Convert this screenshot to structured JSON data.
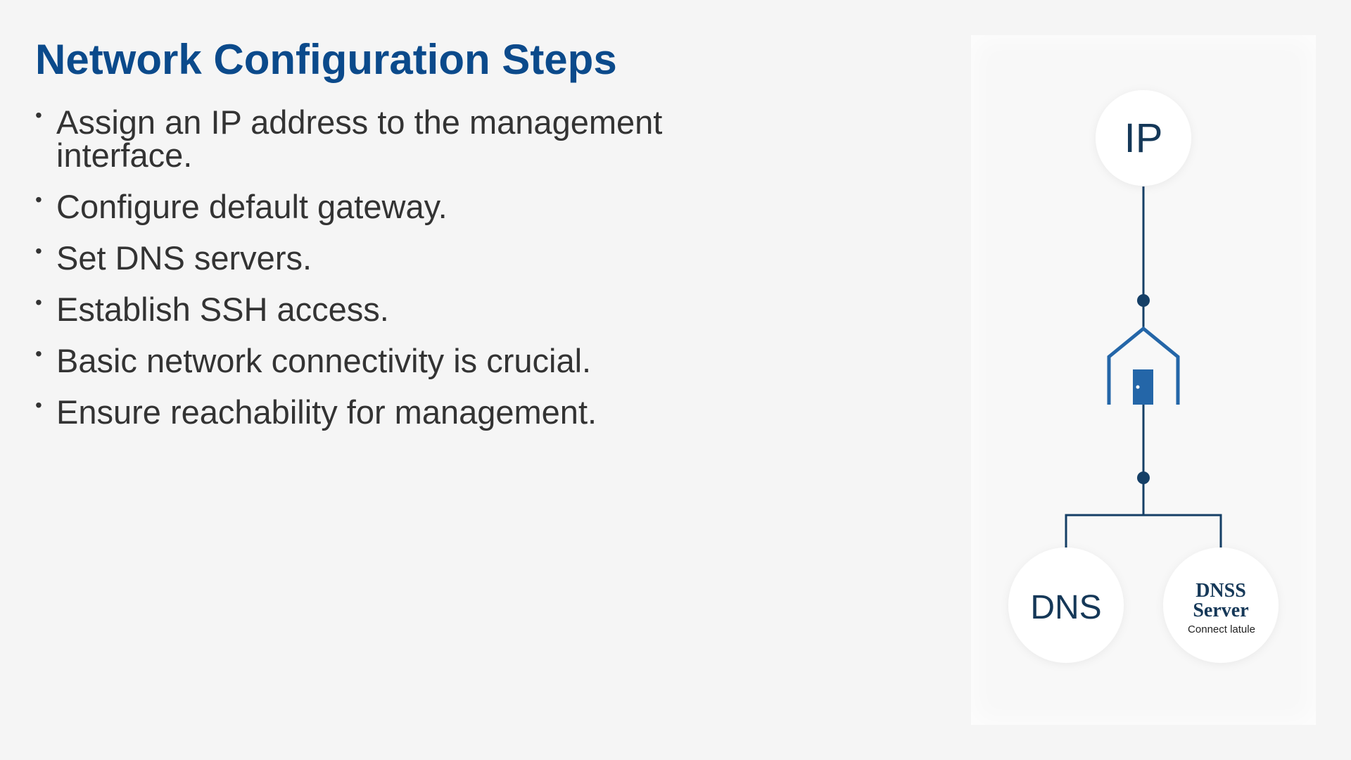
{
  "slide": {
    "title": "Network Configuration Steps",
    "bullets": [
      "Assign an IP address to the management interface.",
      "Configure default gateway.",
      "Set DNS servers.",
      "Establish SSH access.",
      "Basic network connectivity is crucial.",
      "Ensure reachability for management."
    ]
  },
  "diagram": {
    "top_node_label": "IP",
    "left_node_label": "DNS",
    "right_node_title_line1": "DNSS",
    "right_node_title_line2": "Server",
    "right_node_caption": "Connect latule",
    "colors": {
      "title": "#0b4a8b",
      "line": "#153f66",
      "house": "#2466a8",
      "node_text": "#153858"
    }
  }
}
